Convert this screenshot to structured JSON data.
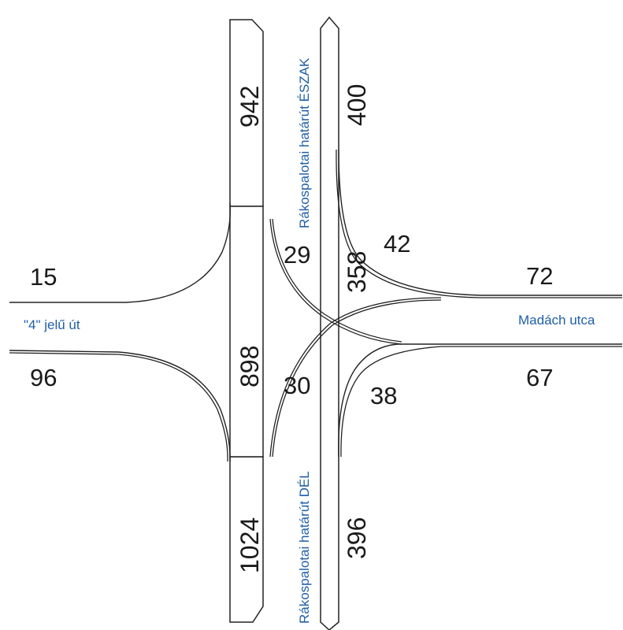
{
  "streets": {
    "north": "Rákospalotai határút ÉSZAK",
    "south": "Rákospalotai  határút DÉL",
    "west": "\"4\" jelű út",
    "east": "Madách utca"
  },
  "counts": {
    "north_in": "942",
    "north_out": "400",
    "south_in": "1024",
    "south_out": "396",
    "main_west_side": "898",
    "main_east_side": "358",
    "west_top": "15",
    "west_bottom": "96",
    "east_top": "72",
    "east_bottom": "67",
    "turn_nw": "29",
    "turn_ne": "42",
    "turn_sw": "30",
    "turn_se": "38"
  },
  "colors": {
    "street_label": "#1f5fa8",
    "numbers": "#1a1a1a",
    "lines": "#222222"
  }
}
